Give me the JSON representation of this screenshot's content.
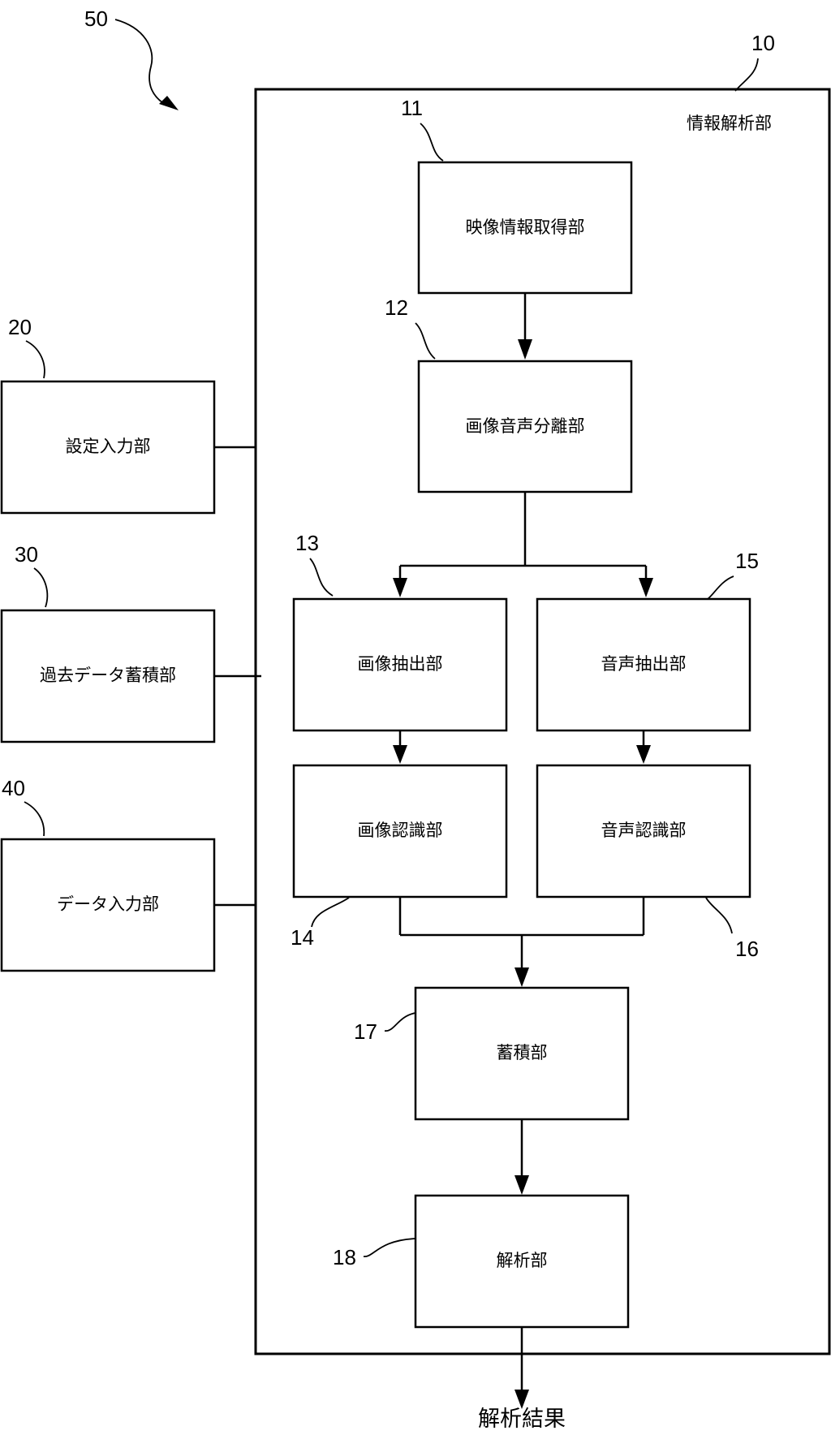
{
  "diagram": {
    "system_ref": "50",
    "analyzer": {
      "ref": "10",
      "label": "情報解析部"
    },
    "blocks": {
      "video_acquisition": {
        "ref": "11",
        "label": "映像情報取得部"
      },
      "av_separation": {
        "ref": "12",
        "label": "画像音声分離部"
      },
      "image_extraction": {
        "ref": "13",
        "label": "画像抽出部"
      },
      "image_recognition": {
        "ref": "14",
        "label": "画像認識部"
      },
      "audio_extraction": {
        "ref": "15",
        "label": "音声抽出部"
      },
      "audio_recognition": {
        "ref": "16",
        "label": "音声認識部"
      },
      "accumulation": {
        "ref": "17",
        "label": "蓄積部"
      },
      "analysis": {
        "ref": "18",
        "label": "解析部"
      }
    },
    "external": {
      "settings_input": {
        "ref": "20",
        "label": "設定入力部"
      },
      "past_data_store": {
        "ref": "30",
        "label": "過去データ蓄積部"
      },
      "data_input": {
        "ref": "40",
        "label": "データ入力部"
      }
    },
    "output_label": "解析結果"
  }
}
